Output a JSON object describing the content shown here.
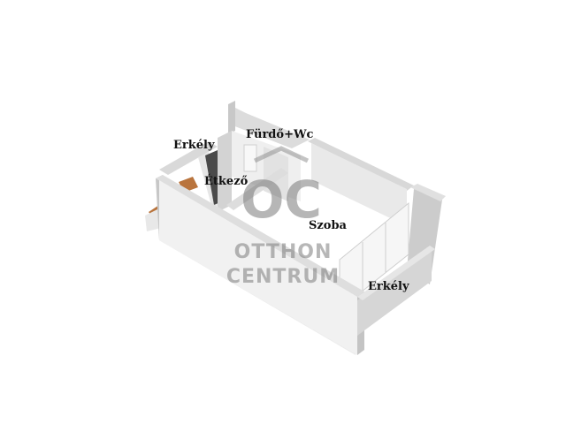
{
  "labels": {
    "balcony_left": "Erkély",
    "dining": "Étkező",
    "bathroom": "Fürdő+Wc",
    "room": "Szoba",
    "balcony_right": "Erkély"
  },
  "watermark": {
    "monogram": "OC",
    "line1": "OTTHON",
    "line2": "CENTRUM"
  },
  "colors": {
    "wall_top": "#e4e4e4",
    "wall_front": "#f4f4f4",
    "wall_side": "#c9c9c9",
    "floor": "#ffffff",
    "door": "#4a4a4a",
    "wood": "#b9743d"
  }
}
